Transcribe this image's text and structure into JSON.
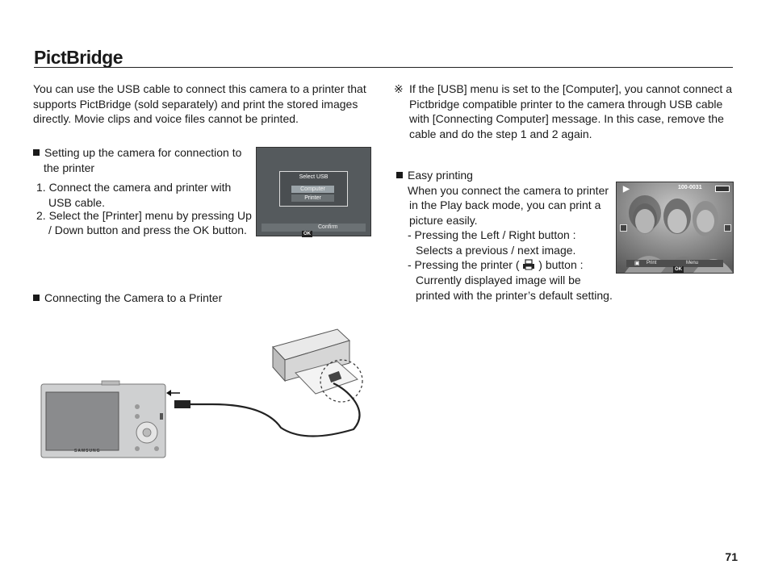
{
  "page": {
    "title": "PictBridge",
    "page_number": "71"
  },
  "intro": {
    "line1": "You can use the USB cable to connect this camera to a printer that",
    "line2": "supports PictBridge (sold separately) and print the stored images",
    "line3": "directly. Movie clips and voice files cannot be printed."
  },
  "note": {
    "symbol": "※",
    "line1": "If the [USB] menu is set to the [Computer], you cannot connect a",
    "line2": "Pictbridge compatible printer to the camera through USB cable",
    "line3": "with [Connecting Computer] message. In this case, remove the",
    "line4": "cable and do the step 1 and 2 again."
  },
  "setup": {
    "heading1": "Setting up the camera for connection to",
    "heading2": "the printer",
    "step1a": "1. Connect the camera and printer with",
    "step1b": "USB cable.",
    "step2a": "2. Select the [Printer] menu by pressing Up",
    "step2b": "/ Down button and press the OK button."
  },
  "usb_screen": {
    "title": "Select USB",
    "option1": "Computer",
    "option2": "Printer",
    "ok": "OK",
    "confirm": "Confirm"
  },
  "easy_printing": {
    "heading": "Easy printing",
    "line1": "When you connect the camera to printer",
    "line2": "in the Play back mode, you can print a",
    "line3": "picture easily.",
    "line4": "- Pressing the Left / Right button :",
    "line5": "Selects a previous / next image.",
    "line6a": "- Pressing the printer (",
    "line6b": ") button :",
    "line7": "Currently displayed image will be",
    "line8": "printed with the printer’s default setting."
  },
  "photo_screen": {
    "file_no": "100-0031",
    "print_label": "Print",
    "ok": "OK",
    "menu_label": "Menu"
  },
  "connecting": {
    "heading": "Connecting the Camera to a Printer",
    "brand": "SAMSUNG"
  },
  "icons": [
    "square-bullet-icon",
    "printer-icon",
    "arrow-left-icon",
    "protect-icon",
    "battery-icon"
  ]
}
